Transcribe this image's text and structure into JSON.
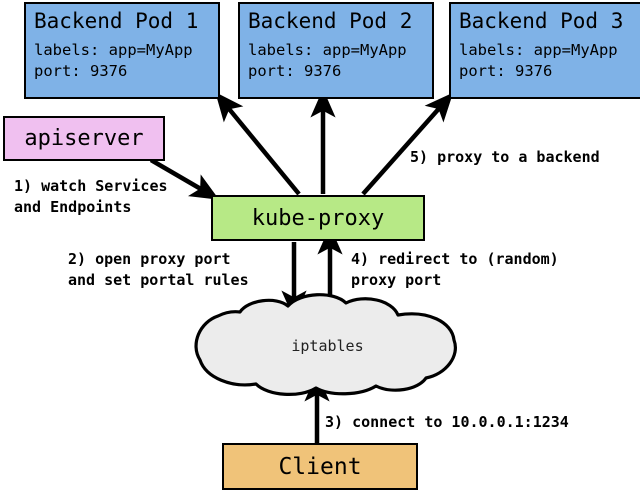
{
  "diagram": {
    "title": "kube-proxy services diagram",
    "colors": {
      "pod_fill": "#7fb2e7",
      "apiserver_fill": "#f0c0f0",
      "kubeproxy_fill": "#b7e986",
      "client_fill": "#f0c379",
      "cloud_fill": "#ececec",
      "stroke": "#000000",
      "background": "#ffffff"
    },
    "pods": [
      {
        "title": "Backend Pod 1",
        "labels": "labels: app=MyApp",
        "port": "port: 9376"
      },
      {
        "title": "Backend Pod 2",
        "labels": "labels: app=MyApp",
        "port": "port: 9376"
      },
      {
        "title": "Backend Pod 3",
        "labels": "labels: app=MyApp",
        "port": "port: 9376"
      }
    ],
    "nodes": {
      "apiserver": "apiserver",
      "kube_proxy": "kube-proxy",
      "iptables": "iptables",
      "client": "Client"
    },
    "steps": [
      {
        "id": "1",
        "line1": "1) watch Services",
        "line2": "and Endpoints"
      },
      {
        "id": "2",
        "line1": "2) open proxy port",
        "line2": "and set portal rules"
      },
      {
        "id": "3",
        "line1": "3) connect to 10.0.0.1:1234",
        "line2": ""
      },
      {
        "id": "4",
        "line1": "4) redirect to (random)",
        "line2": "proxy port"
      },
      {
        "id": "5",
        "line1": "5) proxy to a backend",
        "line2": ""
      }
    ]
  }
}
